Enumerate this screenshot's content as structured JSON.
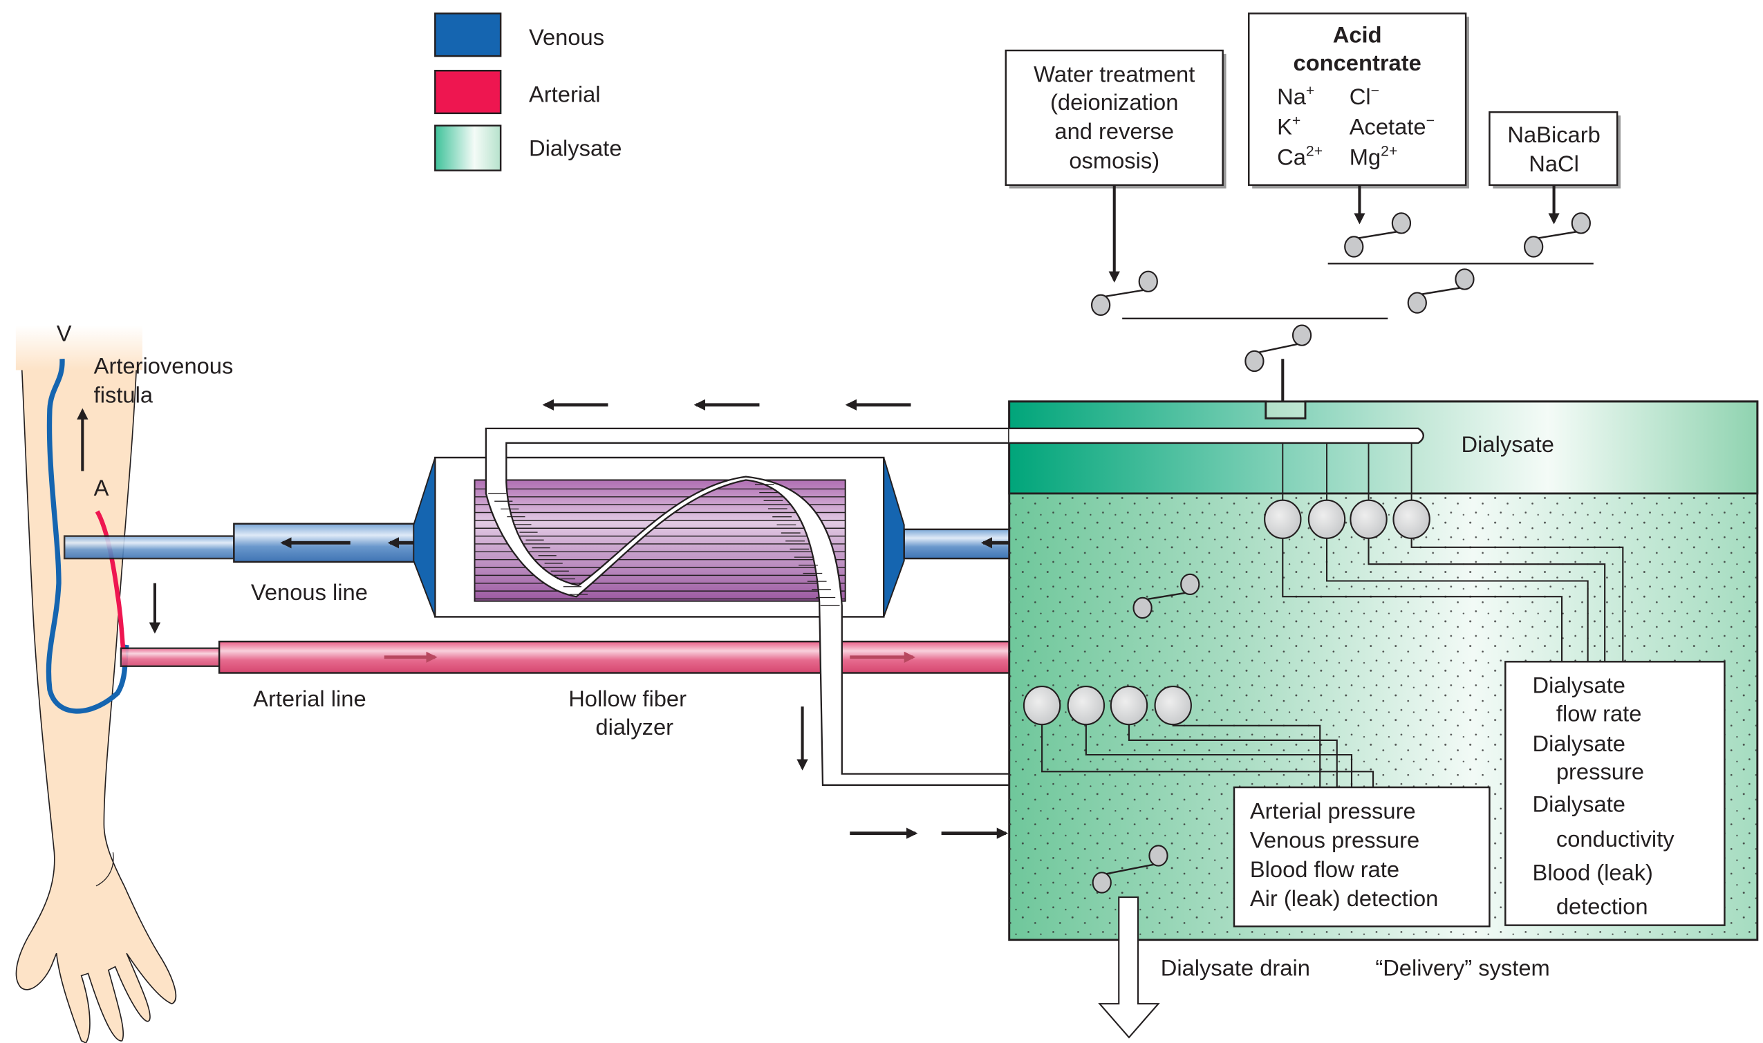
{
  "colors": {
    "venous": "#1565b0",
    "arterial": "#ee1650",
    "dialysate_dark": "#00a57a",
    "dialysate_light": "#e9f6ef",
    "skin": "#fde3c7",
    "dialyzer": "#b57fb8",
    "bead": "#c8c9cb"
  },
  "legend": {
    "items": [
      {
        "label": "Venous",
        "swatch": "venous"
      },
      {
        "label": "Arterial",
        "swatch": "arterial"
      },
      {
        "label": "Dialysate",
        "swatch": "dialysate"
      }
    ]
  },
  "arm": {
    "venous_marker": "V",
    "arterial_marker": "A",
    "fistula_label_line1": "Arteriovenous",
    "fistula_label_line2": "fistula"
  },
  "lines": {
    "venous_line": "Venous line",
    "arterial_line": "Arterial line",
    "dialyzer_line1": "Hollow fiber",
    "dialyzer_line2": "dialyzer"
  },
  "supply": {
    "water": {
      "lines": [
        "Water treatment",
        "(deionization",
        "and reverse",
        "osmosis)"
      ]
    },
    "acid": {
      "title_line1": "Acid",
      "title_line2": "concentrate",
      "ions": [
        {
          "base": "Na",
          "sup": "+"
        },
        {
          "base": "Cl",
          "sup": "−"
        },
        {
          "base": "K",
          "sup": "+"
        },
        {
          "base": "Acetate",
          "sup": "−"
        },
        {
          "base": "Ca",
          "sup": "2+"
        },
        {
          "base": "Mg",
          "sup": "2+"
        }
      ]
    },
    "bicarb": {
      "lines": [
        "NaBicarb",
        "NaCl"
      ]
    }
  },
  "machine": {
    "dialysate_label": "Dialysate",
    "monitor_dialysate": [
      "Dialysate",
      "flow rate",
      "Dialysate",
      "pressure",
      "Dialysate",
      "conductivity",
      "Blood (leak)",
      "detection"
    ],
    "monitor_blood": [
      "Arterial pressure",
      "Venous pressure",
      "Blood flow rate",
      "Air (leak) detection"
    ],
    "drain_label": "Dialysate drain",
    "delivery_label": "“Delivery” system"
  }
}
